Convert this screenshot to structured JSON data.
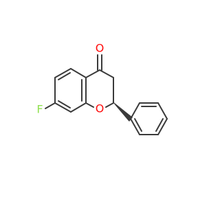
{
  "molecule": {
    "atoms": {
      "oxygen_carbonyl": "O",
      "oxygen_ring": "O",
      "fluorine": "F"
    },
    "colors": {
      "bond": "#3a3a3a",
      "oxygen": "#ff0d0d",
      "fluorine": "#90e050"
    }
  }
}
